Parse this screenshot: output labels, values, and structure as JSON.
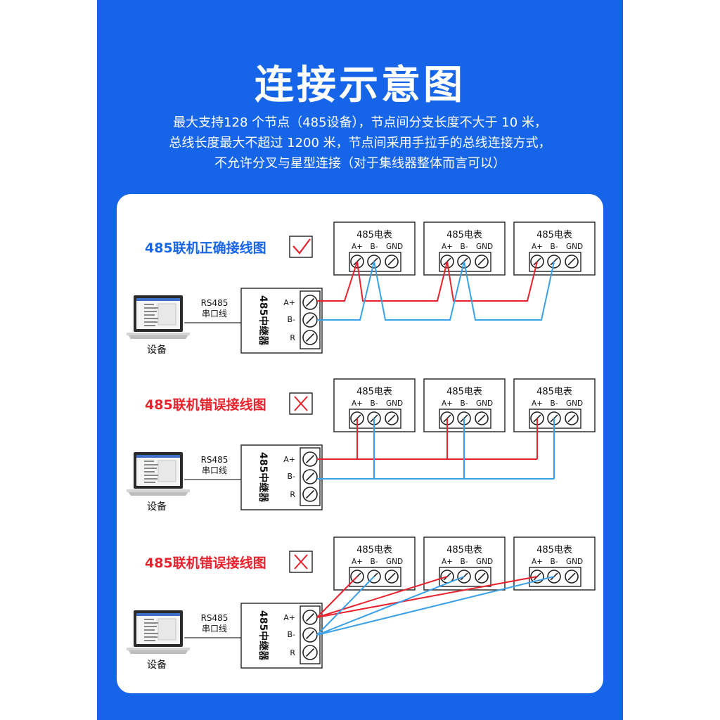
{
  "header": {
    "title": "连接示意图",
    "subtitle_lines": [
      "最大支持128 个节点（485设备），节点间分支长度不大于 10 米，",
      "总线长度最大不超过 1200 米，节点间采用手拉手的总线连接方式，",
      "不允许分叉与星型连接（对于集线器整体而言可以）"
    ]
  },
  "labels": {
    "meter": "485电表",
    "meter_terminals": [
      "A+",
      "B-",
      "GND"
    ],
    "repeater": "485中继器",
    "repeater_terminals": [
      "A+",
      "B-",
      "R"
    ],
    "cable": [
      "RS485",
      "串口线"
    ],
    "device": "设备"
  },
  "sections": [
    {
      "title": "485联机正确接线图",
      "verdict": "correct",
      "color": "#1665e8"
    },
    {
      "title": "485联机错误接线图",
      "verdict": "wrong",
      "color": "#e8222c"
    },
    {
      "title": "485联机错误接线图",
      "verdict": "wrong",
      "color": "#e8222c"
    }
  ],
  "colors": {
    "background": "#1665e8",
    "wire_a": "#e8222c",
    "wire_b": "#3aa0e8",
    "correct_mark": "#e8222c",
    "wrong_mark": "#e8222c"
  }
}
